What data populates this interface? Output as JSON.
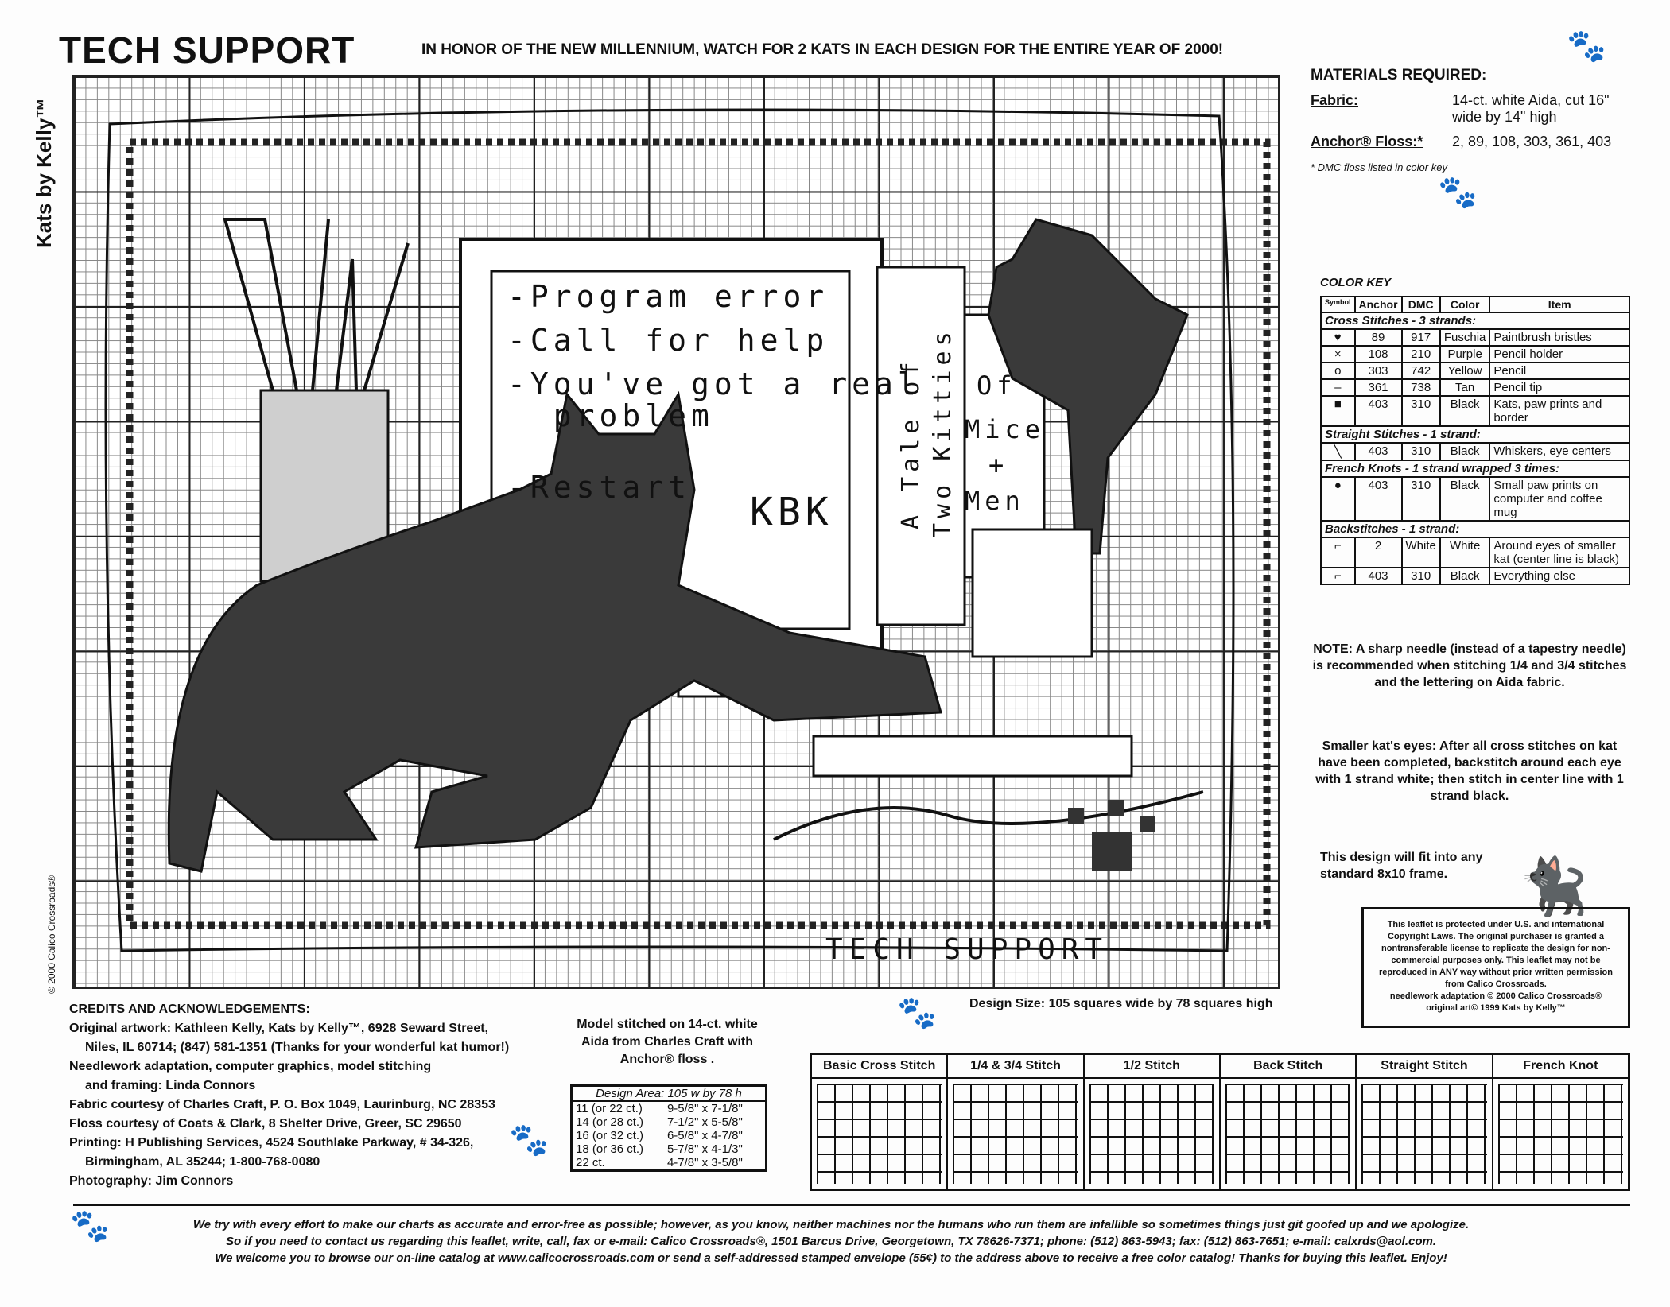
{
  "header": {
    "title": "TECH SUPPORT",
    "banner": "IN HONOR OF THE NEW MILLENNIUM, WATCH FOR 2 KATS IN EACH DESIGN FOR THE ENTIRE YEAR OF 2000!",
    "brand": "Kats by Kelly™",
    "side_copyright": "© 2000 Calico Crossroads®"
  },
  "chart": {
    "monitor_lines": [
      "-Program error",
      "-Call for help",
      "-You've got a real",
      "  problem",
      "-Restart"
    ],
    "initials": "KBK",
    "book_title_1": "A Tale of",
    "book_title_2": "Two Kitties",
    "book_title_3": "Of",
    "book_title_4": "Mice",
    "book_title_5": "+",
    "book_title_6": "Men",
    "caption": "TECH SUPPORT",
    "design_size": "Design Size: 105 squares wide by 78 squares high"
  },
  "materials": {
    "heading": "MATERIALS REQUIRED:",
    "fabric_label": "Fabric:",
    "fabric_value": "14-ct. white Aida, cut 16\" wide by 14\" high",
    "floss_label": "Anchor® Floss:*",
    "floss_value": "2, 89, 108, 303, 361, 403",
    "footnote": "* DMC floss listed in color key"
  },
  "color_key": {
    "heading": "COLOR KEY",
    "columns": [
      "Symbol",
      "Anchor",
      "DMC",
      "Color",
      "Item"
    ],
    "cross_heading": "Cross Stitches - 3 strands:",
    "cross": [
      {
        "symbol": "♥",
        "anchor": "89",
        "dmc": "917",
        "color": "Fuschia",
        "item": "Paintbrush bristles"
      },
      {
        "symbol": "×",
        "anchor": "108",
        "dmc": "210",
        "color": "Purple",
        "item": "Pencil holder"
      },
      {
        "symbol": "o",
        "anchor": "303",
        "dmc": "742",
        "color": "Yellow",
        "item": "Pencil"
      },
      {
        "symbol": "–",
        "anchor": "361",
        "dmc": "738",
        "color": "Tan",
        "item": "Pencil tip"
      },
      {
        "symbol": "■",
        "anchor": "403",
        "dmc": "310",
        "color": "Black",
        "item": "Kats, paw prints and border"
      }
    ],
    "straight_heading": "Straight Stitches - 1 strand:",
    "straight": {
      "symbol": "╲",
      "anchor": "403",
      "dmc": "310",
      "color": "Black",
      "item": "Whiskers, eye centers"
    },
    "french_heading": "French Knots - 1 strand wrapped 3 times:",
    "french": {
      "symbol": "●",
      "anchor": "403",
      "dmc": "310",
      "color": "Black",
      "item": "Small paw prints on computer and coffee mug"
    },
    "back_heading": "Backstitches - 1 strand:",
    "back": [
      {
        "symbol": "⌐",
        "anchor": "2",
        "dmc": "White",
        "color": "White",
        "item": "Around eyes of smaller kat (center line is black)"
      },
      {
        "symbol": "⌐",
        "anchor": "403",
        "dmc": "310",
        "color": "Black",
        "item": "Everything else"
      }
    ]
  },
  "notes": {
    "needle": "NOTE: A sharp needle (instead of a tapestry needle) is recommended when stitching 1/4 and 3/4 stitches and the lettering on Aida fabric.",
    "eyes": "Smaller kat's eyes: After all cross stitches on kat have been completed, backstitch around each eye with 1 strand white; then stitch in center line with 1 strand black.",
    "frame": "This design will fit into any standard 8x10 frame."
  },
  "copyright_box": [
    "This leaflet is protected under U.S. and international Copyright Laws. The original purchaser is granted a nontransferable license to replicate the design for non-commercial purposes only. This leaflet may not be reproduced in ANY way without prior written permission from Calico Crossroads.",
    "needlework adaptation © 2000 Calico Crossroads®",
    "original art© 1999 Kats by Kelly™"
  ],
  "credits": {
    "heading": "CREDITS AND ACKNOWLEDGEMENTS:",
    "lines": [
      "Original artwork: Kathleen Kelly, Kats by Kelly™, 6928 Seward Street,",
      "Niles, IL 60714; (847) 581-1351 (Thanks for your wonderful kat humor!)",
      "Needlework adaptation, computer graphics, model stitching",
      "and framing: Linda Connors",
      "Fabric courtesy of Charles Craft, P. O. Box 1049, Laurinburg, NC 28353",
      "Floss courtesy of Coats & Clark, 8 Shelter Drive, Greer, SC 29650",
      "Printing: H Publishing Services, 4524 Southlake Parkway, # 34-326,",
      "Birmingham, AL 35244; 1-800-768-0080",
      "Photography: Jim Connors"
    ]
  },
  "model": "Model stitched on 14-ct. white Aida from Charles Craft with Anchor® floss .",
  "design_area": {
    "heading": "Design Area: 105 w by 78 h",
    "rows": [
      [
        "11 (or 22 ct.)",
        "9-5/8\" x 7-1/8\""
      ],
      [
        "14 (or 28 ct.)",
        "7-1/2\" x 5-5/8\""
      ],
      [
        "16 (or 32 ct.)",
        "6-5/8\" x 4-7/8\""
      ],
      [
        "18 (or 36 ct.)",
        "5-7/8\" x 4-1/3\""
      ],
      [
        "22 ct.",
        "4-7/8\" x 3-5/8\""
      ]
    ]
  },
  "stitch_guide": [
    "Basic Cross Stitch",
    "1/4 & 3/4 Stitch",
    "1/2 Stitch",
    "Back Stitch",
    "Straight Stitch",
    "French Knot"
  ],
  "footer": [
    "We try with every effort to make our charts as accurate and error-free as possible; however, as you know, neither machines nor the humans who run them are infallible so sometimes things just git goofed up and we apologize.",
    "So if you need to contact us regarding this leaflet, write, call, fax or e-mail: Calico Crossroads®, 1501 Barcus Drive, Georgetown, TX 78626-7371; phone: (512) 863-5943; fax: (512) 863-7651; e-mail: calxrds@aol.com.",
    "We welcome you to browse our on-line catalog at www.calicocrossroads.com or send a self-addressed stamped envelope (55¢) to the address above to receive a free color catalog! Thanks for buying this leaflet. Enjoy!"
  ],
  "icons": [
    "paw-print-icon",
    "cat-peeking-icon"
  ]
}
